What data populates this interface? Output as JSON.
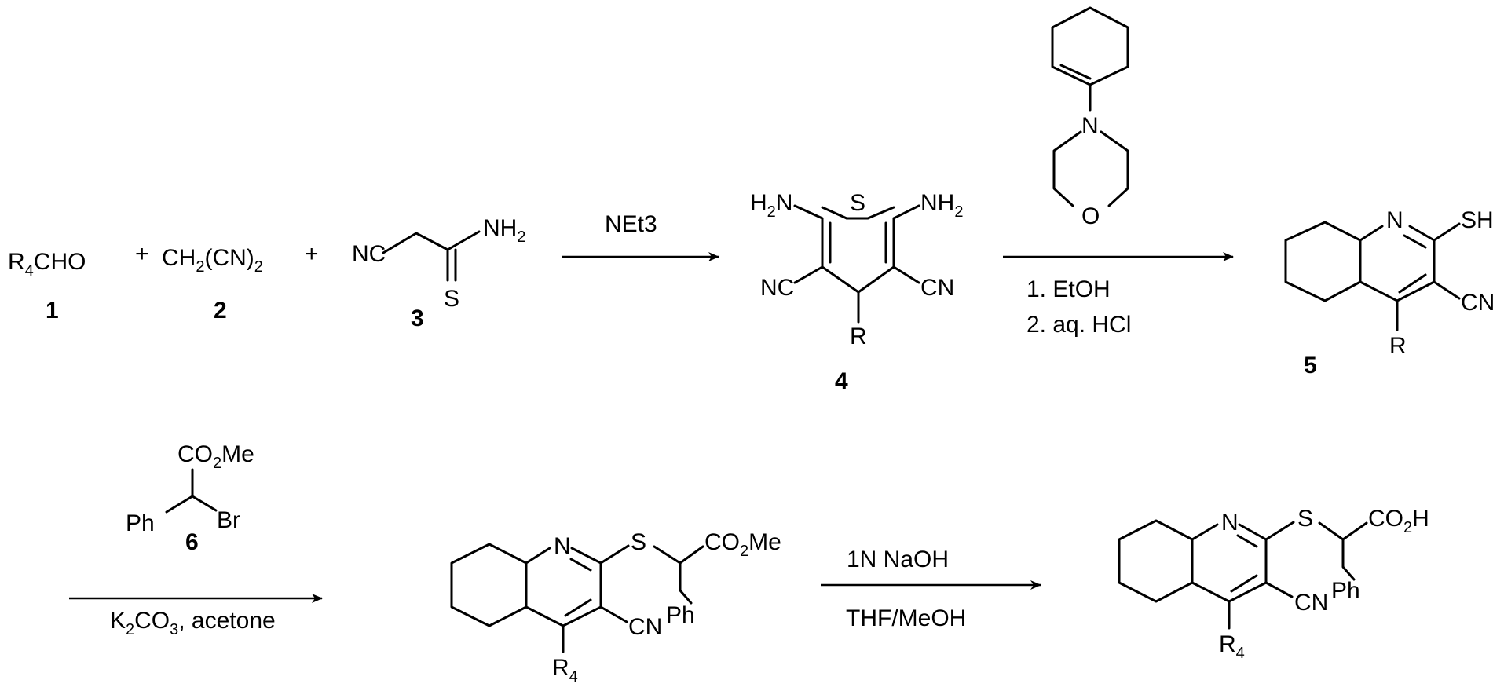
{
  "reactants": {
    "c1": {
      "label": "R",
      "sub": "4",
      "rest": "CHO",
      "num": "1"
    },
    "c2": {
      "plus": "+",
      "label": "CH",
      "sub": "2",
      "rest": "(CN)",
      "sub2": "2",
      "num": "2"
    },
    "c3": {
      "plus": "+",
      "nc": "NC",
      "nh": "NH",
      "sub": "2",
      "s": "S",
      "num": "3"
    }
  },
  "step1": {
    "reagent": "NEt3"
  },
  "product4": {
    "h2n_left": "H",
    "h2n_left_sub": "2",
    "h2n_left_n": "N",
    "s": "S",
    "nh2_right": "NH",
    "nh2_right_sub": "2",
    "nc_left": "NC",
    "cn_right": "CN",
    "r": "R",
    "num": "4"
  },
  "step2": {
    "reagent_n": "N",
    "reagent_o": "O",
    "line1": "1. EtOH",
    "line2": "2. aq. HCl"
  },
  "product5": {
    "n": "N",
    "sh": "SH",
    "cn": "CN",
    "r": "R",
    "num": "5"
  },
  "step3": {
    "co2me": "CO",
    "co2me_sub": "2",
    "co2me_rest": "Me",
    "ph": "Ph",
    "br": "Br",
    "num": "6",
    "cond_k": "K",
    "cond_sub1": "2",
    "cond_co": "CO",
    "cond_sub2": "3",
    "cond_rest": ", acetone"
  },
  "product7": {
    "n": "N",
    "s": "S",
    "co2me": "CO",
    "co2me_sub": "2",
    "co2me_rest": "Me",
    "cn": "CN",
    "ph": "Ph",
    "r": "R",
    "r_sub": "4"
  },
  "step4": {
    "line1": "1N NaOH",
    "line2": "THF/MeOH"
  },
  "product8": {
    "n": "N",
    "s": "S",
    "co2h": "CO",
    "co2h_sub": "2",
    "co2h_rest": "H",
    "cn": "CN",
    "ph": "Ph",
    "r": "R",
    "r_sub": "4"
  }
}
